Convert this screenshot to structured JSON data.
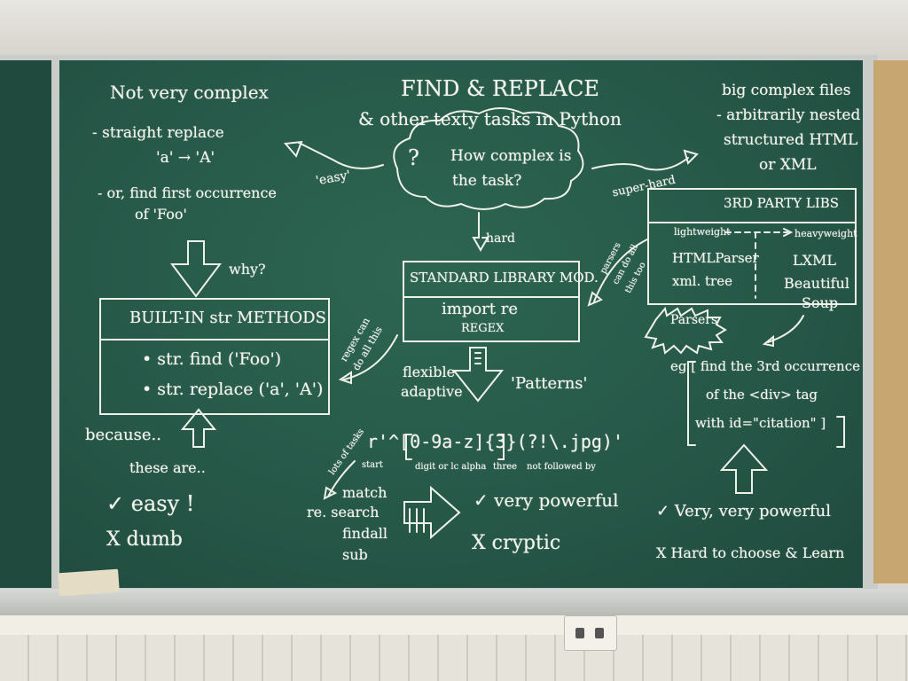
{
  "title": "FIND & REPLACE",
  "subtitle": "& other texty tasks in Python",
  "question": [
    "How complex is",
    "the task?"
  ],
  "question_mark": "?",
  "arrows": {
    "easy": "'easy'",
    "hard": "hard",
    "super_hard": "super-hard",
    "why": "why?",
    "because": "because..",
    "parsers_note": [
      "parsers",
      "can do all",
      "this too"
    ],
    "regex_note": [
      "regex can",
      "do all this"
    ],
    "lots_of_tasks": "lots of tasks"
  },
  "left": {
    "heading": "Not very complex",
    "items": [
      "- straight replace",
      "'a' → 'A'",
      "- or, find first occurrence",
      "of 'Foo'"
    ],
    "box_title": "BUILT-IN str METHODS",
    "methods": [
      "• str. find ('Foo')",
      "• str. replace ('a', 'A')"
    ],
    "these_are": "these are..",
    "pro": "✓ easy !",
    "con": "X dumb"
  },
  "middle": {
    "box_title": "STANDARD LIBRARY MOD.",
    "import": "import re",
    "regex_label": "REGEX",
    "flexible": [
      "flexible",
      "adaptive"
    ],
    "patterns": "'Patterns'",
    "regex_example": "r'^[0-9a-z]{3}(?!\\.jpg)'",
    "regex_annotations": [
      "start",
      "digit or lc alpha",
      "three",
      "not followed by"
    ],
    "functions": [
      "match",
      "re. search",
      "findall",
      "sub"
    ],
    "pro": "✓ very powerful",
    "con": "X cryptic"
  },
  "right": {
    "heading": [
      "big complex files",
      "- arbitrarily nested",
      "structured HTML",
      "or XML"
    ],
    "box_title": "3RD PARTY LIBS",
    "scale_left": "lightweight",
    "scale_right": "heavyweight",
    "libs_left": [
      "HTMLParser",
      "xml. tree"
    ],
    "libs_right": [
      "LXML",
      "Beautiful",
      "Soup"
    ],
    "parsers_label": "Parsers",
    "example": [
      "eg [ find the 3rd occurrence",
      "of the <div> tag",
      "with id=\"citation\" ]"
    ],
    "pro": "✓ Very, very powerful",
    "con": "X Hard to choose & Learn"
  },
  "colors": {
    "board": "#265848",
    "chalk": "#f4f4ee",
    "cork": "#c8a672"
  },
  "icons": [
    "down-arrow-icon",
    "up-arrow-icon",
    "right-arrow-icon",
    "question-cloud-icon",
    "starburst-icon"
  ]
}
